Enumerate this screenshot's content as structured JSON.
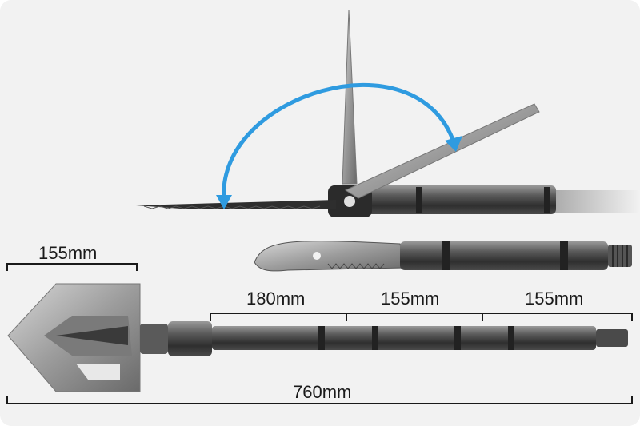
{
  "product": {
    "dimensions": {
      "blade_width": "155mm",
      "segment_1": "180mm",
      "segment_2": "155mm",
      "segment_3": "155mm",
      "total_length": "760mm"
    }
  },
  "colors": {
    "background": "#f2f2f2",
    "rotation_arrow": "#2f9be0",
    "dimension_line": "#1a1a1a",
    "metal_dark": "#3a3a3a",
    "metal_light": "#cfcfcf"
  },
  "icons": {
    "rotation": "curved-arrow-icon"
  }
}
